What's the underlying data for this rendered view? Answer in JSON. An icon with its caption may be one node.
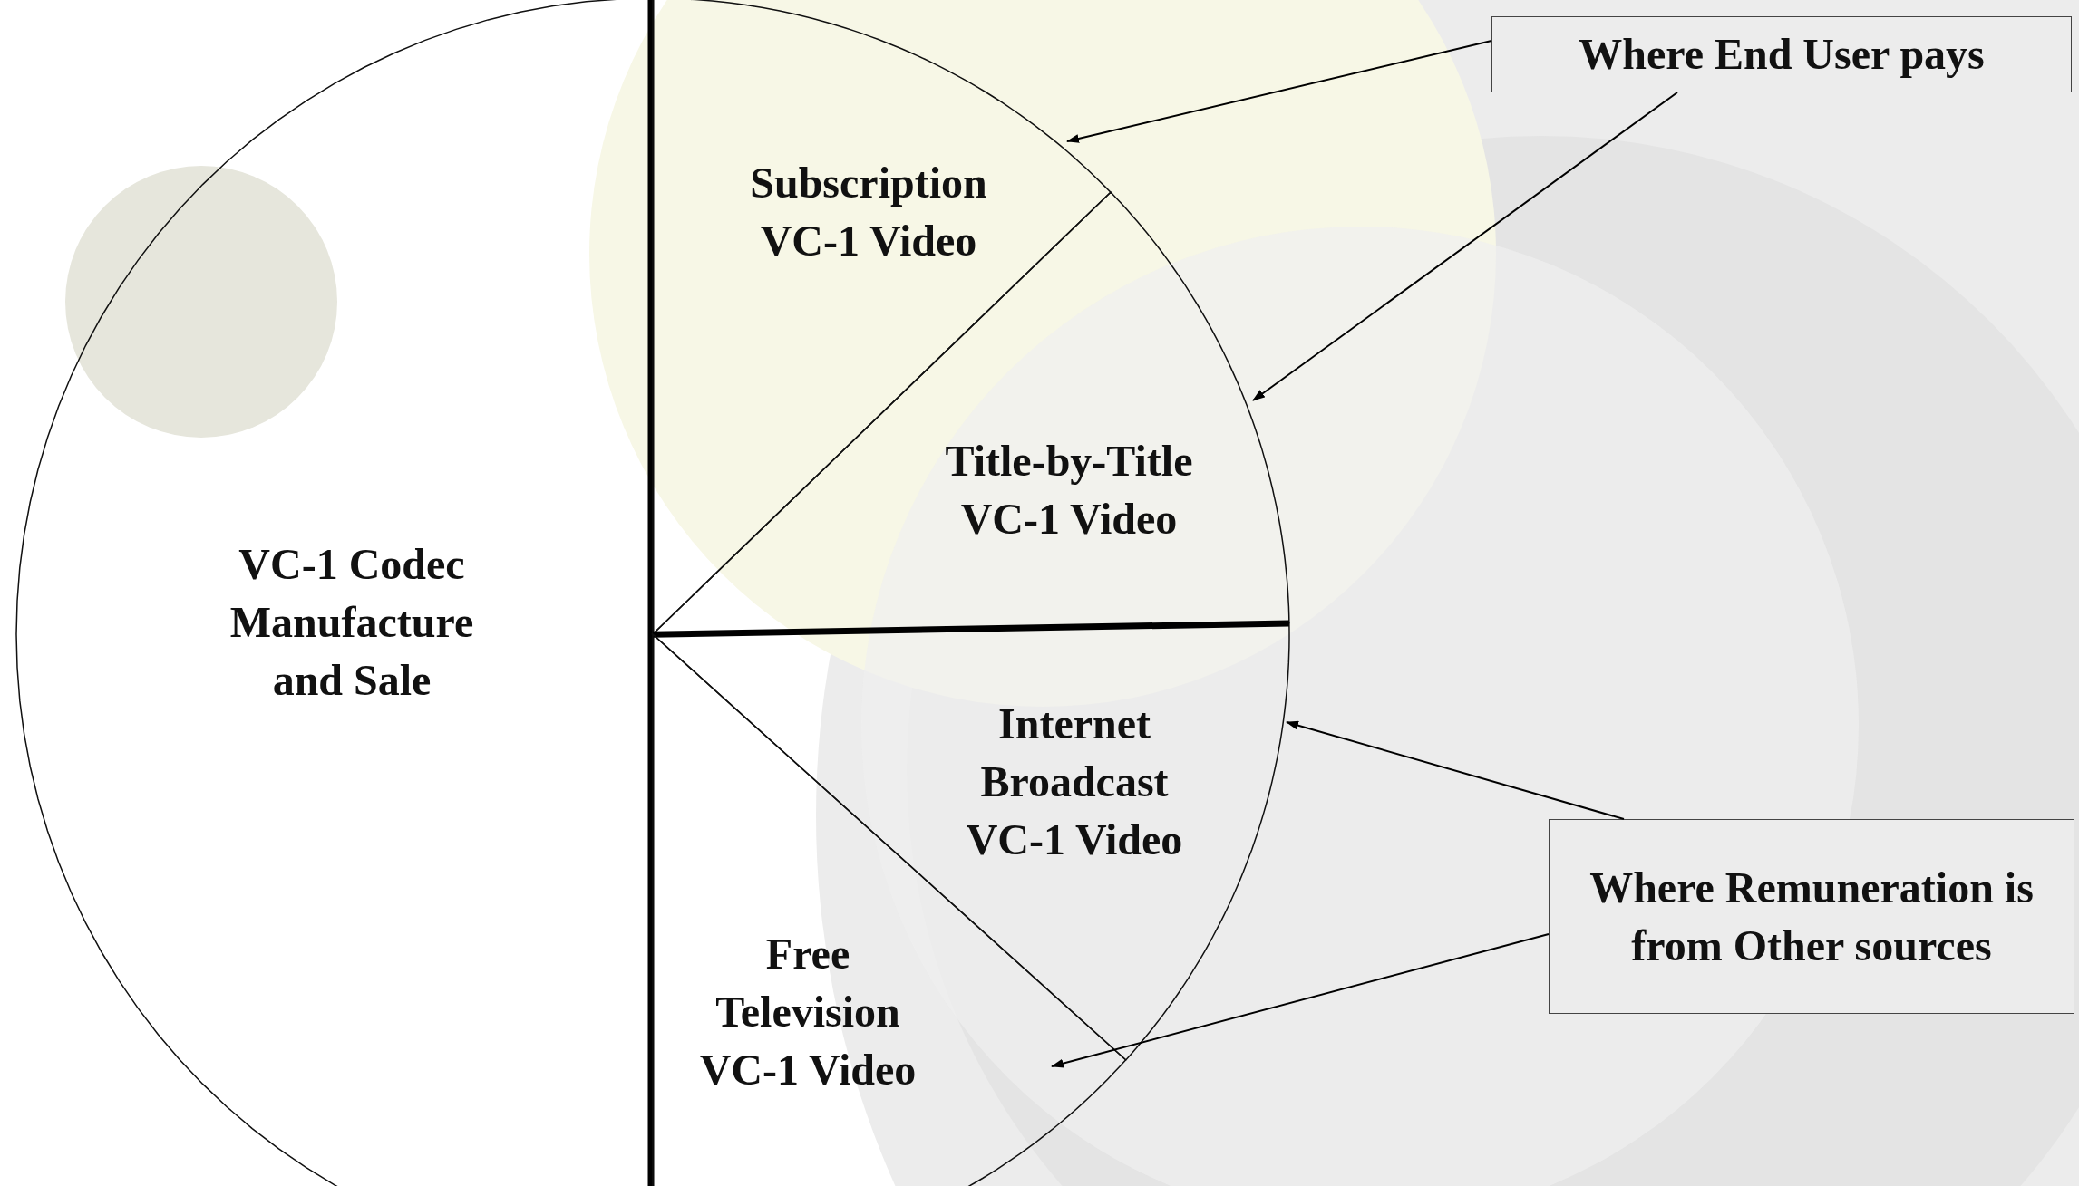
{
  "diagram": {
    "nodes": [
      {
        "text": [
          "VC-1 Codec Manufacture and Sale"
        ]
      },
      {
        "text": [
          "Subscription VC-1 Video"
        ]
      },
      {
        "text": [
          "Title-by-Title VC-1 Video"
        ]
      },
      {
        "text": [
          "Internet Broadcast VC-1 Video"
        ]
      },
      {
        "text": [
          "Free Television VC-1 Video"
        ]
      },
      {
        "text": [
          "Where End User pays"
        ]
      },
      {
        "text": [
          "Where Remuneration is from Other sources"
        ]
      }
    ],
    "edges": [
      {
        "from": 5,
        "to": 1,
        "arrow": "to"
      },
      {
        "from": 5,
        "to": 2,
        "arrow": "to"
      },
      {
        "from": 6,
        "to": 3,
        "arrow": "to"
      },
      {
        "from": 6,
        "to": 4,
        "arrow": "to"
      }
    ]
  }
}
